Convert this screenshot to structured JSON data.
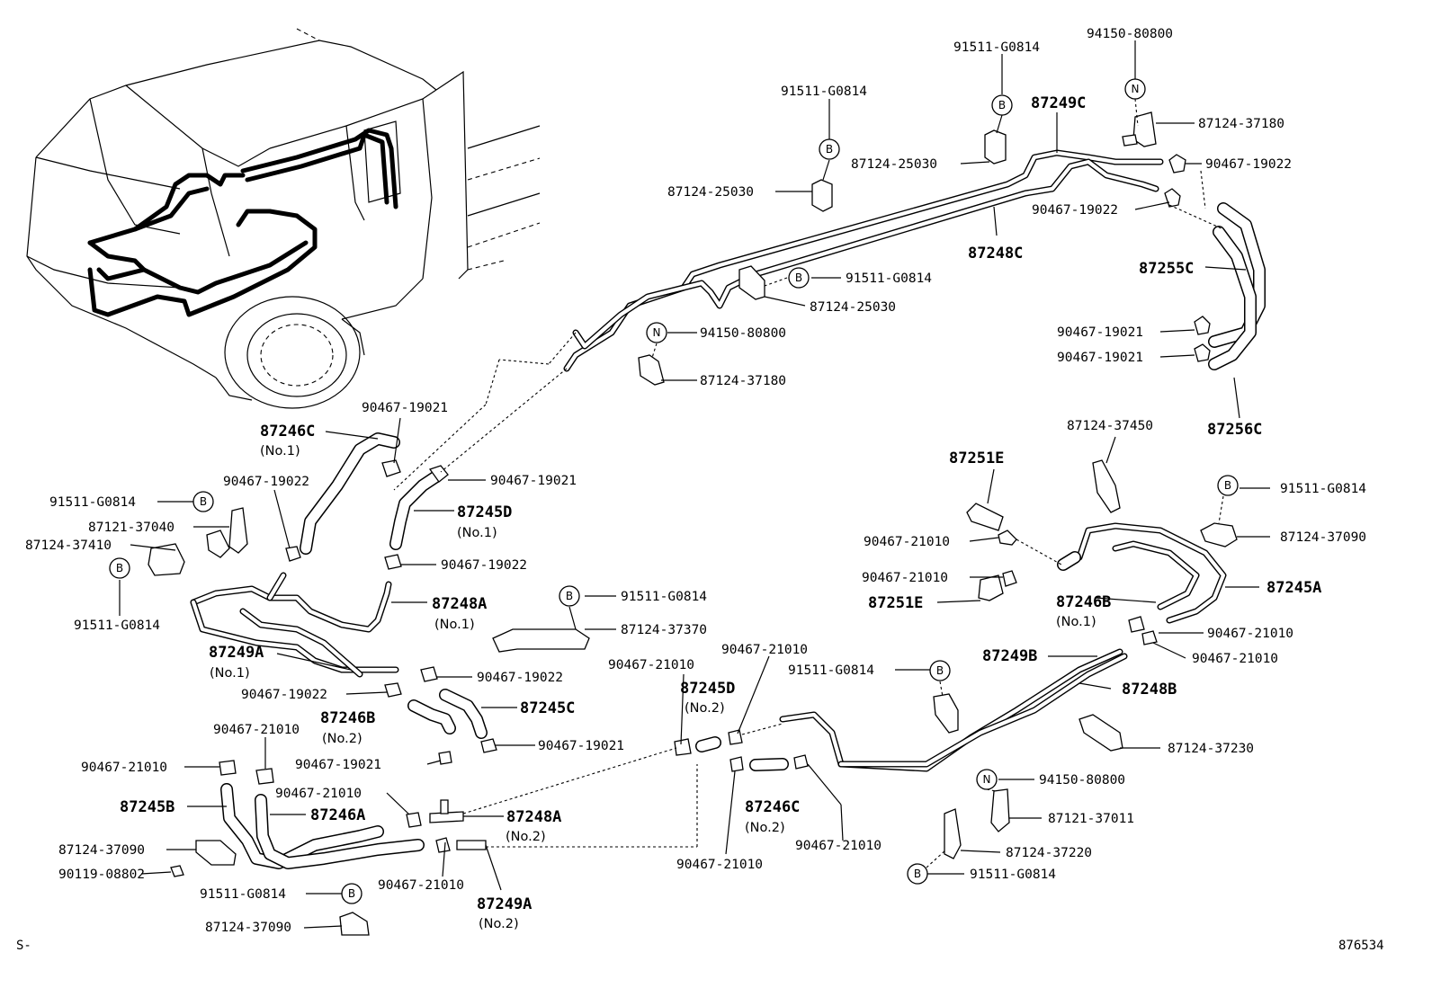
{
  "labels": {
    "p91511_G0814_a": "91511-G0814",
    "p94150_80800_a": "94150-80800",
    "p91511_G0814_b": "91511-G0814",
    "p87249C": "87249C",
    "p87124_37180_a": "87124-37180",
    "p87124_25030_a": "87124-25030",
    "p90467_19022_a": "90467-19022",
    "p87124_25030_b": "87124-25030",
    "p90467_19022_b": "90467-19022",
    "p87248C": "87248C",
    "p87255C": "87255C",
    "p91511_G0814_c": "91511-G0814",
    "p87124_25030_c": "87124-25030",
    "p94150_80800_b": "94150-80800",
    "p90467_19021_a": "90467-19021",
    "p90467_19021_b": "90467-19021",
    "p87124_37180_b": "87124-37180",
    "p87256C": "87256C",
    "p90467_19021_c": "90467-19021",
    "p87246C_1": "87246C",
    "no1_a": "(No.1)",
    "p87124_37450": "87124-37450",
    "p87251E_a": "87251E",
    "p90467_19022_c": "90467-19022",
    "p90467_19021_d": "90467-19021",
    "p91511_G0814_d": "91511-G0814",
    "p87245D_1": "87245D",
    "no1_b": "(No.1)",
    "p91511_G0814_e": "91511-G0814",
    "p87121_37040": "87121-37040",
    "p87124_37410": "87124-37410",
    "p90467_21010_a": "90467-21010",
    "p87124_37090_a": "87124-37090",
    "p90467_19022_d": "90467-19022",
    "p90467_21010_b": "90467-21010",
    "p87245A": "87245A",
    "p91511_G0814_f": "91511-G0814",
    "p87251E_b": "87251E",
    "p87248A_1": "87248A",
    "no1_c": "(No.1)",
    "p87246B_1": "87246B",
    "no1_d": "(No.1)",
    "p91511_G0814_g": "91511-G0814",
    "p87124_37370": "87124-37370",
    "p90467_21010_c": "90467-21010",
    "p87249A_1": "87249A",
    "no1_e": "(No.1)",
    "p90467_21010_d": "90467-21010",
    "p90467_21010_e": "90467-21010",
    "p90467_21010_f": "90467-21010",
    "p87249B": "87249B",
    "p91511_G0814_h": "91511-G0814",
    "p90467_19022_e": "90467-19022",
    "p87245D_2": "87245D",
    "no2_a": "(No.2)",
    "p87248B": "87248B",
    "p90467_19022_f": "90467-19022",
    "p87245C": "87245C",
    "p87246B_2": "87246B",
    "no2_b": "(No.2)",
    "p90467_21010_g": "90467-21010",
    "p90467_19021_e": "90467-19021",
    "p87124_37230": "87124-37230",
    "p90467_21010_h": "90467-21010",
    "p90467_19021_f": "90467-19021",
    "p94150_80800_c": "94150-80800",
    "p90467_21010_i": "90467-21010",
    "p87245B": "87245B",
    "p87246A": "87246A",
    "p87248A_2": "87248A",
    "no2_c": "(No.2)",
    "p87246C_2": "87246C",
    "no2_d": "(No.2)",
    "p87121_37011": "87121-37011",
    "p87124_37090_b": "87124-37090",
    "p90467_21010_j": "90467-21010",
    "p87124_37220": "87124-37220",
    "p90119_08802": "90119-08802",
    "p90467_21010_k": "90467-21010",
    "p90467_21010_l": "90467-21010",
    "p91511_G0814_i": "91511-G0814",
    "p91511_G0814_j": "91511-G0814",
    "p87249A_2": "87249A",
    "no2_e": "(No.2)",
    "p87124_37090_c": "87124-37090"
  },
  "markers": {
    "B": "B",
    "N": "N"
  },
  "footer": {
    "left": "S-",
    "right": "876534"
  }
}
